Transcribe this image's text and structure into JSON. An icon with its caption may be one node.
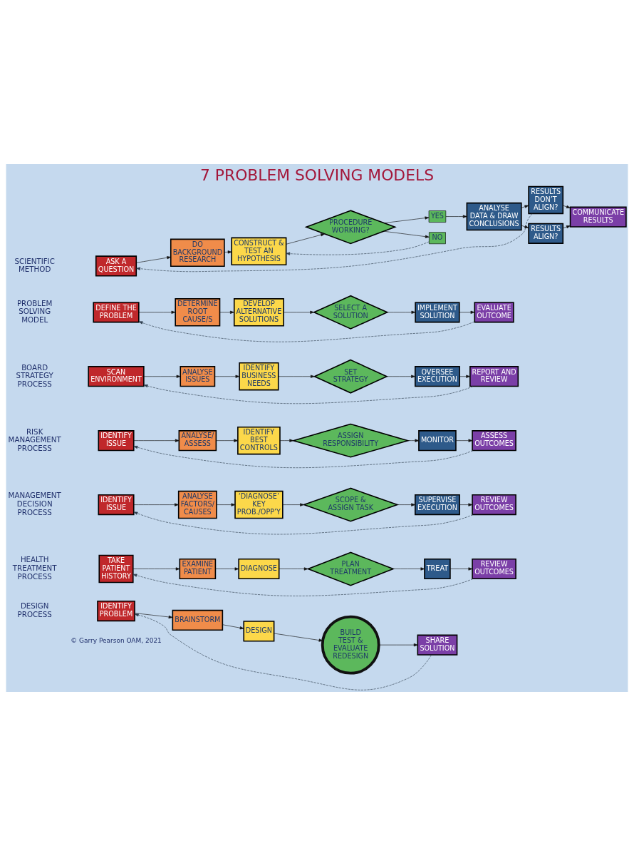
{
  "diagram": {
    "title": "7 PROBLEM SOLVING MODELS",
    "nodes": [
      {
        "text": [
          "ASK A QUESTION"
        ]
      },
      {
        "text": [
          "DO BACKGROUND RESEARCH"
        ]
      },
      {
        "text": [
          "CONSTRUCT & TEST AN HYPOTHESIS"
        ]
      },
      {
        "text": [
          "PROCEDURE WORKING?"
        ]
      },
      {
        "text": [
          "YES"
        ]
      },
      {
        "text": [
          "NO"
        ]
      },
      {
        "text": [
          "RESULTS DON’T ALIGN?"
        ]
      },
      {
        "text": [
          "ANALYSE DATA & DRAW CONCLUSIONS"
        ]
      },
      {
        "text": [
          "RESULTS ALIGN?"
        ]
      },
      {
        "text": [
          "COMMUNICATE RESULTS"
        ]
      },
      {
        "text": [
          "DEFINE THE PROBLEM"
        ]
      },
      {
        "text": [
          "DETERMINE ROOT CAUSE/S"
        ]
      },
      {
        "text": [
          "DEVELOP ALTERNATIVE SOLUTIONS"
        ]
      },
      {
        "text": [
          "SELECT A SOLUTION"
        ]
      },
      {
        "text": [
          "IMPLEMENT SOLUTION"
        ]
      },
      {
        "text": [
          "EVALUATE OUTCOME"
        ]
      },
      {
        "text": [
          "SCAN ENVIRONMENT"
        ]
      },
      {
        "text": [
          "ANALYSE ISSUES"
        ]
      },
      {
        "text": [
          "IDENTIFY BUSINESS NEEDS"
        ]
      },
      {
        "text": [
          "SET STRATEGY"
        ]
      },
      {
        "text": [
          "OVERSEE EXECUTION"
        ]
      },
      {
        "text": [
          "REPORT AND REVIEW"
        ]
      },
      {
        "text": [
          "IDENTIFY ISSUE"
        ]
      },
      {
        "text": [
          "ANALYSE/ ASSESS"
        ]
      },
      {
        "text": [
          "IDENTIFY BEST CONTROLS"
        ]
      },
      {
        "text": [
          "ASSIGN RESPONSIBILITY"
        ]
      },
      {
        "text": [
          "MONITOR"
        ]
      },
      {
        "text": [
          "ASSESS OUTCOMES"
        ]
      },
      {
        "text": [
          "IDENTIFY ISSUE"
        ]
      },
      {
        "text": [
          "ANALYSE FACTORS/ CAUSES"
        ]
      },
      {
        "text": [
          "‘DIAGNOSE’ KEY PROB./OPP’Y"
        ]
      },
      {
        "text": [
          "SCOPE & ASSIGN TASK"
        ]
      },
      {
        "text": [
          "SUPERVISE EXECUTION"
        ]
      },
      {
        "text": [
          "REVIEW OUTCOMES"
        ]
      },
      {
        "text": [
          "TAKE PATIENT HISTORY"
        ]
      },
      {
        "text": [
          "EXAMINE PATIENT"
        ]
      },
      {
        "text": [
          "DIAGNOSE"
        ]
      },
      {
        "text": [
          "PLAN TREATMENT"
        ]
      },
      {
        "text": [
          "TREAT"
        ]
      },
      {
        "text": [
          "REVIEW OUTCOMES"
        ]
      },
      {
        "text": [
          "IDENTIFY PROBLEM"
        ]
      },
      {
        "text": [
          "BRAINSTORM"
        ]
      },
      {
        "text": [
          "DESIGN"
        ]
      },
      {
        "text": [
          "BUILD",
          "TEST & EVALUATE",
          "REDESIGN"
        ]
      },
      {
        "text": [
          "SHARE SOLUTION"
        ]
      }
    ],
    "edges": [
      {
        "from": 0,
        "to": 1,
        "arrow": "to"
      },
      {
        "from": 1,
        "to": 2,
        "arrow": "to"
      },
      {
        "from": 2,
        "to": 3,
        "arrow": "to"
      },
      {
        "from": 3,
        "to": 4,
        "arrow": "to"
      },
      {
        "from": 3,
        "to": 5,
        "arrow": "to"
      },
      {
        "from": 4,
        "to": 7,
        "arrow": "to"
      },
      {
        "from": 5,
        "to": 2,
        "arrow": "to",
        "style": "dashed"
      },
      {
        "from": 7,
        "to": 6,
        "arrow": "to"
      },
      {
        "from": 7,
        "to": 8,
        "arrow": "to"
      },
      {
        "from": 6,
        "to": 9,
        "arrow": "to"
      },
      {
        "from": 8,
        "to": 9,
        "arrow": "to"
      },
      {
        "from": 6,
        "to": 0,
        "arrow": "to",
        "style": "dashed"
      },
      {
        "from": 10,
        "to": 11,
        "arrow": "to"
      },
      {
        "from": 11,
        "to": 12,
        "arrow": "to"
      },
      {
        "from": 12,
        "to": 13,
        "arrow": "to"
      },
      {
        "from": 13,
        "to": 14,
        "arrow": "to"
      },
      {
        "from": 14,
        "to": 15,
        "arrow": "to"
      },
      {
        "from": 15,
        "to": 10,
        "arrow": "to",
        "style": "dashed"
      },
      {
        "from": 16,
        "to": 17,
        "arrow": "to"
      },
      {
        "from": 17,
        "to": 18,
        "arrow": "to"
      },
      {
        "from": 18,
        "to": 19,
        "arrow": "to"
      },
      {
        "from": 19,
        "to": 20,
        "arrow": "to"
      },
      {
        "from": 20,
        "to": 21,
        "arrow": "to"
      },
      {
        "from": 21,
        "to": 16,
        "arrow": "to",
        "style": "dashed"
      },
      {
        "from": 22,
        "to": 23,
        "arrow": "to"
      },
      {
        "from": 23,
        "to": 24,
        "arrow": "to"
      },
      {
        "from": 24,
        "to": 25,
        "arrow": "to"
      },
      {
        "from": 25,
        "to": 26,
        "arrow": "to"
      },
      {
        "from": 26,
        "to": 27,
        "arrow": "to"
      },
      {
        "from": 27,
        "to": 22,
        "arrow": "to",
        "style": "dashed"
      },
      {
        "from": 28,
        "to": 29,
        "arrow": "to"
      },
      {
        "from": 29,
        "to": 30,
        "arrow": "to"
      },
      {
        "from": 30,
        "to": 31,
        "arrow": "to"
      },
      {
        "from": 31,
        "to": 32,
        "arrow": "to"
      },
      {
        "from": 32,
        "to": 33,
        "arrow": "to"
      },
      {
        "from": 33,
        "to": 28,
        "arrow": "to",
        "style": "dashed"
      },
      {
        "from": 34,
        "to": 35,
        "arrow": "to"
      },
      {
        "from": 35,
        "to": 36,
        "arrow": "to"
      },
      {
        "from": 36,
        "to": 37,
        "arrow": "to"
      },
      {
        "from": 37,
        "to": 38,
        "arrow": "to"
      },
      {
        "from": 38,
        "to": 39,
        "arrow": "to"
      },
      {
        "from": 39,
        "to": 34,
        "arrow": "to",
        "style": "dashed"
      },
      {
        "from": 40,
        "to": 41,
        "arrow": "to"
      },
      {
        "from": 41,
        "to": 42,
        "arrow": "to"
      },
      {
        "from": 42,
        "to": 43,
        "arrow": "to"
      },
      {
        "from": 43,
        "to": 44,
        "arrow": "to"
      },
      {
        "from": 44,
        "to": 40,
        "arrow": "to",
        "style": "dashed"
      }
    ],
    "labels": [
      "SCIENTIFIC METHOD",
      "PROBLEM SOLVING MODEL",
      "BOARD STRATEGY PROCESS",
      "RISK MANAGEMENT PROCESS",
      "MANAGEMENT DECISION PROCESS",
      "HEALTH TREATMENT PROCESS",
      "DESIGN PROCESS",
      "© Garry Pearson OAM, 2021"
    ]
  }
}
